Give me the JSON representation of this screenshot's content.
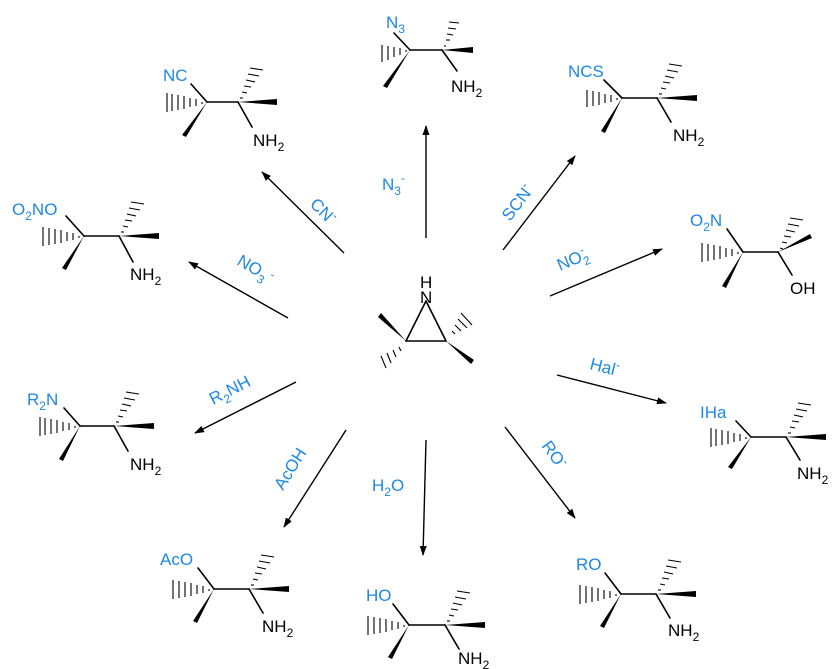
{
  "center": {
    "atom": "N",
    "h": "H"
  },
  "reagents": {
    "azide": {
      "main": "N",
      "sub": "3",
      "sup": "-"
    },
    "cyanide": {
      "main": "CN",
      "sup": "-"
    },
    "thiocyanate": {
      "main": "SCN",
      "sup": "-"
    },
    "nitrate": {
      "main": "NO",
      "sub": "3",
      "sup": "-"
    },
    "nitrite": {
      "main": "NO",
      "sub": "2",
      "sup": "-"
    },
    "amine": {
      "pre": "R",
      "sub": "2",
      "main": "NH"
    },
    "halide": {
      "main": "Hal",
      "sup": "-"
    },
    "acetic": {
      "main": "AcOH"
    },
    "water": {
      "pre": "H",
      "sub": "2",
      "main": "O"
    },
    "alkoxide": {
      "main": "RO",
      "sup": "-"
    }
  },
  "products": {
    "azide": {
      "group_main": "N",
      "group_sub": "3",
      "amine_main": "NH",
      "amine_sub": "2"
    },
    "cyanide": {
      "group": "NC",
      "amine_main": "NH",
      "amine_sub": "2"
    },
    "thiocyanate": {
      "group": "NCS",
      "amine_main": "NH",
      "amine_sub": "2"
    },
    "nitrate": {
      "group_pre": "O",
      "group_sub": "2",
      "group_post": "NO",
      "amine_main": "NH",
      "amine_sub": "2"
    },
    "nitrite": {
      "group_pre": "O",
      "group_sub": "2",
      "group_post": "N",
      "oh": "OH"
    },
    "amine": {
      "group_pre": "R",
      "group_sub": "2",
      "group_post": "N",
      "amine_main": "NH",
      "amine_sub": "2"
    },
    "halide": {
      "group": "IHa",
      "amine_main": "NH",
      "amine_sub": "2"
    },
    "acetic": {
      "group": "AcO",
      "amine_main": "NH",
      "amine_sub": "2"
    },
    "water": {
      "group": "HO",
      "amine_main": "NH",
      "amine_sub": "2"
    },
    "alkoxide": {
      "group": "RO",
      "amine_main": "NH",
      "amine_sub": "2"
    }
  }
}
